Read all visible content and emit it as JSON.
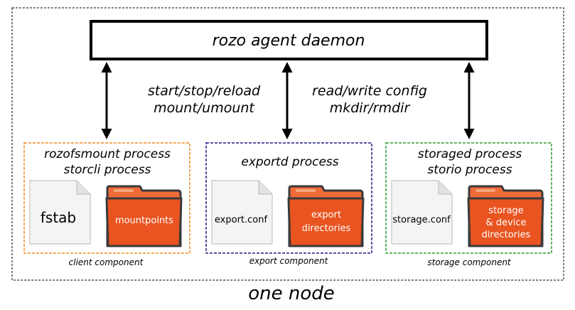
{
  "daemon": {
    "label": "rozo agent daemon"
  },
  "actions": {
    "left": {
      "line1": "start/stop/reload",
      "line2": "mount/umount"
    },
    "right": {
      "line1": "read/write config",
      "line2": "mkdir/rmdir"
    }
  },
  "components": [
    {
      "title1": "rozofsmount process",
      "title2": "storcli process",
      "file_label": "fstab",
      "folder_lines": [
        "mountpoints"
      ],
      "caption": "client component",
      "border_color": "#f08a24"
    },
    {
      "title1": "exportd process",
      "title2": "",
      "file_label": "export.conf",
      "folder_lines": [
        "export",
        "directories"
      ],
      "caption": "export component",
      "border_color": "#1c1c8c"
    },
    {
      "title1": "storaged process",
      "title2": "storio process",
      "file_label": "storage.conf",
      "folder_lines": [
        "storage",
        "& device",
        "directories"
      ],
      "caption": "storage component",
      "border_color": "#2e9a2e"
    }
  ],
  "node": {
    "label": "one node"
  },
  "colors": {
    "folder_fill": "#e95420",
    "folder_back": "#ef6b38",
    "folder_tab_highlight": "#f4a57c",
    "folder_stroke": "#3a3a3a",
    "file_fill": "#f4f4f4",
    "file_stroke": "#c2c2c2"
  },
  "icons": {
    "file": "file-icon",
    "folder": "folder-icon"
  }
}
